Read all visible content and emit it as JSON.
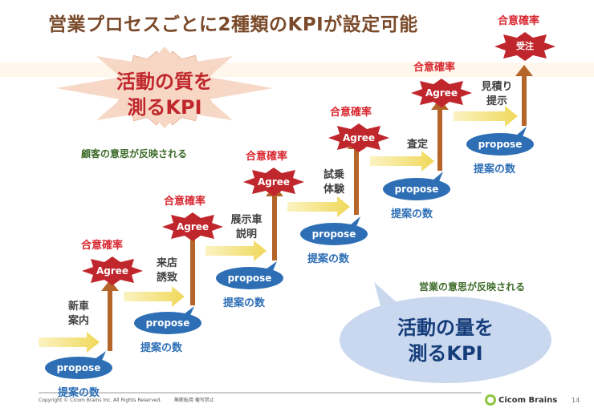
{
  "slide": {
    "title": "営業プロセスごとに2種類のKPIが設定可能",
    "page_number": "14",
    "copyright": "Copyright © Cicom Brains Inc. All Rights Reserved.",
    "no_reprint": "無断転用 複写禁止",
    "brand": "Cicom Brains"
  },
  "callouts": {
    "quality": "活動の質を\n測るKPI",
    "quality_note": "顧客の意思が反映される",
    "quantity": "活動の量を\n測るKPI",
    "quantity_note": "営業の意思が反映される"
  },
  "labels": {
    "rate": "合意確率",
    "agree": "Agree",
    "propose": "propose",
    "propose_count": "提案の数"
  },
  "steps": [
    {
      "label": "新車\n案内"
    },
    {
      "label": "来店\n誘致"
    },
    {
      "label": "展示車\n説明"
    },
    {
      "label": "試乗\n体験"
    },
    {
      "label": "査定"
    },
    {
      "label": "見積り\n提示"
    }
  ],
  "final": {
    "badge": "受注"
  },
  "colors": {
    "burst": "#c0272d",
    "quality_burst": "#f7d6c4",
    "propose_bubble": "#2d6eb5",
    "quantity_bubble": "#c9d8ef",
    "arrow_up": "#b5652a",
    "arrow_right": "#f5e58a",
    "title": "#7a4a2a"
  }
}
